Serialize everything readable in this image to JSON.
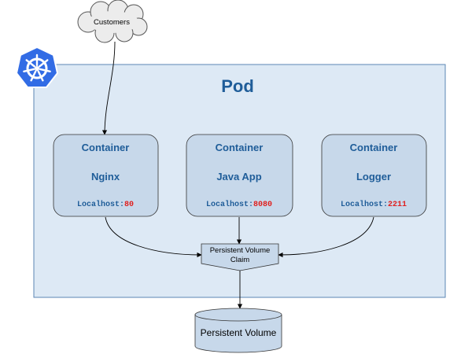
{
  "colors": {
    "pod_fill": "#dde9f5",
    "pod_stroke": "#5b86b4",
    "container_fill": "#c7d8ea",
    "title_blue": "#1f5d99",
    "port_red": "#e0201f",
    "k8s_blue": "#326ce5"
  },
  "customers": {
    "label": "Customers",
    "icon": "cloud-icon"
  },
  "pod": {
    "title": "Pod",
    "logo": "kubernetes-logo-icon"
  },
  "containers": [
    {
      "title": "Container",
      "name": "Nginx",
      "host": "Localhost:",
      "port": "80"
    },
    {
      "title": "Container",
      "name": "Java App",
      "host": "Localhost:",
      "port": "8080"
    },
    {
      "title": "Container",
      "name": "Logger",
      "host": "Localhost:",
      "port": "2211"
    }
  ],
  "pvc": {
    "line1": "Persistent Volume",
    "line2": "Claim"
  },
  "pv": {
    "label": "Persistent Volume"
  }
}
